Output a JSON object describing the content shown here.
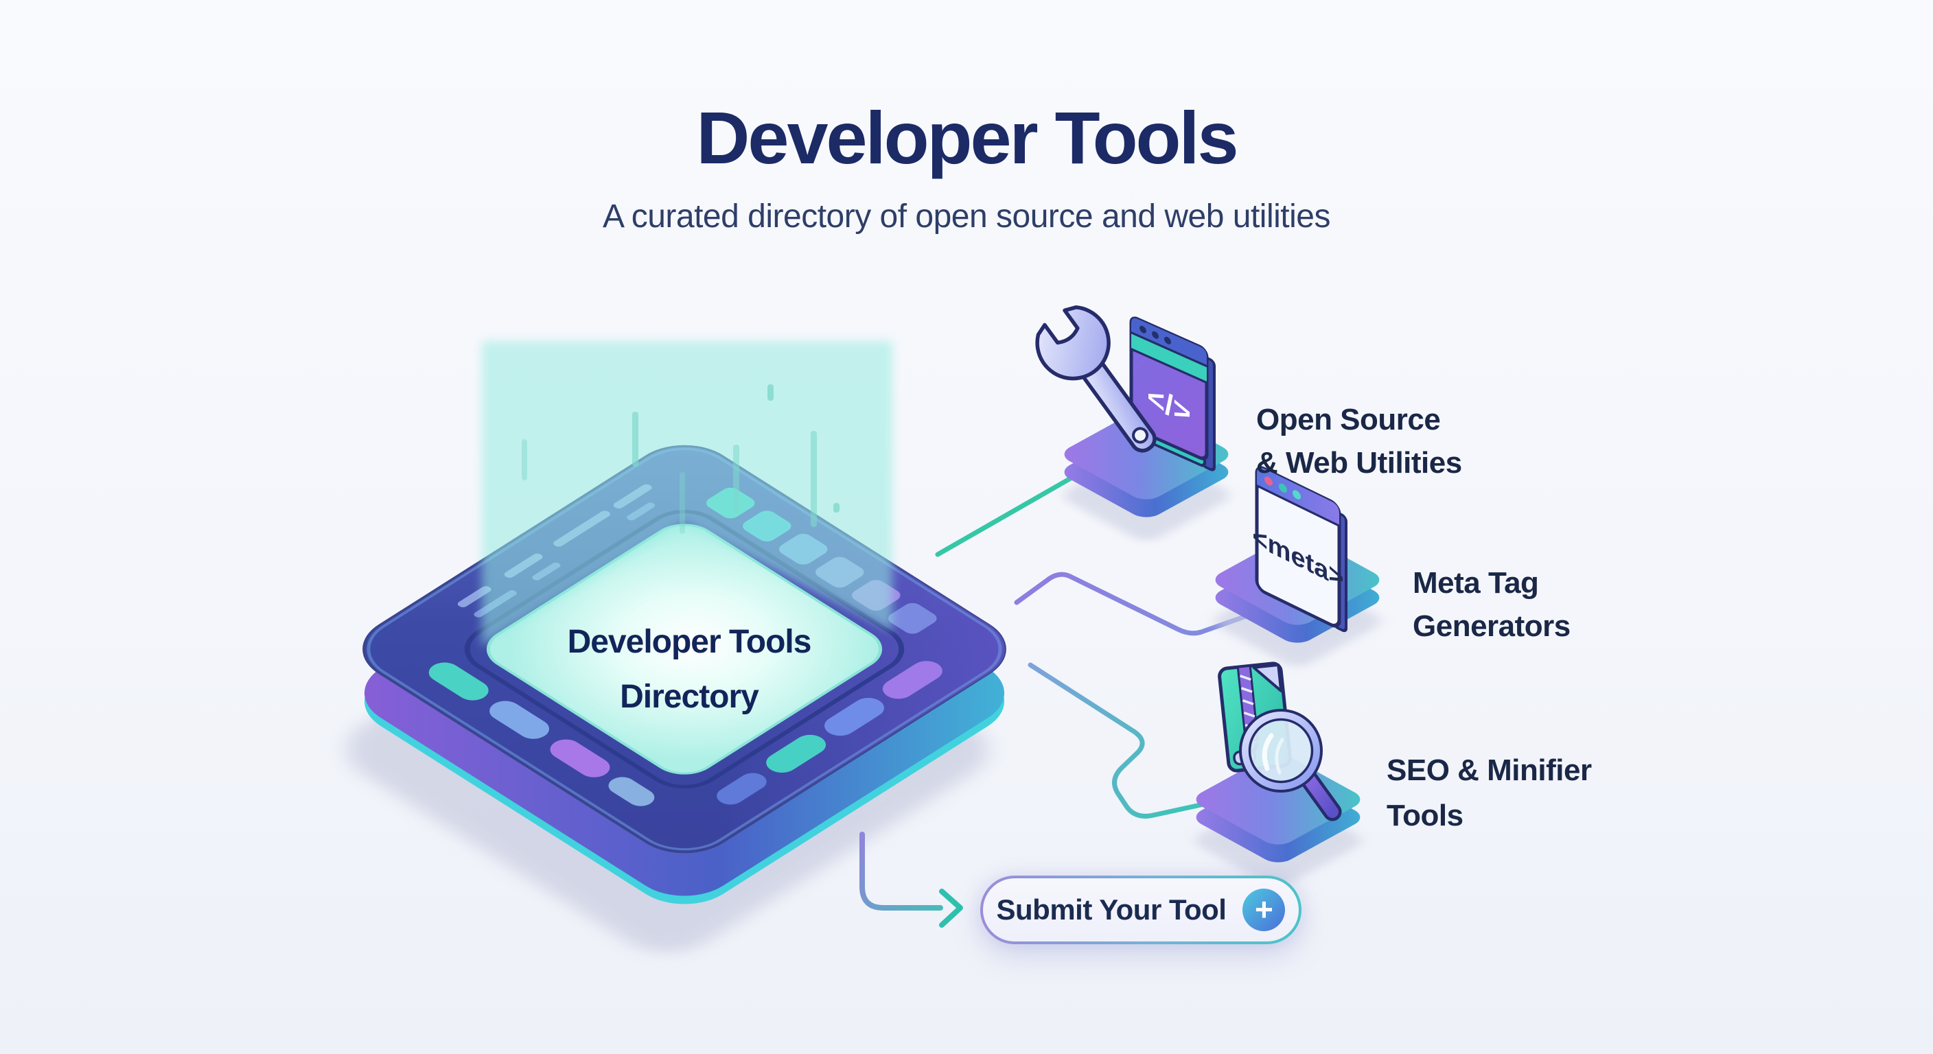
{
  "header": {
    "title": "Developer Tools",
    "subtitle": "A curated directory of open source and web utilities"
  },
  "chip": {
    "label_line1": "Developer Tools",
    "label_line2": "Directory"
  },
  "nodes": [
    {
      "id": "open-source-web-utilities",
      "icon": "wrench-code-window-icon",
      "window_text": "</>",
      "label_line1": "Open Source",
      "label_line2": "& Web Utilities"
    },
    {
      "id": "meta-tag-generators",
      "icon": "meta-tag-window-icon",
      "window_text": "<meta>",
      "label_line1": "Meta Tag",
      "label_line2": "Generators"
    },
    {
      "id": "seo-minifier-tools",
      "icon": "file-magnifier-icon",
      "label_line1": "SEO & Minifier",
      "label_line2": "Tools"
    }
  ],
  "submit_button": {
    "label": "Submit Your Tool",
    "plus_icon": "+"
  },
  "colors": {
    "background": "#f5f7fb",
    "title_text": "#1c2a66",
    "subtitle_text": "#2e3e68",
    "label_text": "#1a2746",
    "accent_teal": "#35c7a6",
    "accent_purple": "#8f7ce0",
    "chip_frame": "#3d4aa6",
    "screen_mint": "#b4f1e8"
  }
}
